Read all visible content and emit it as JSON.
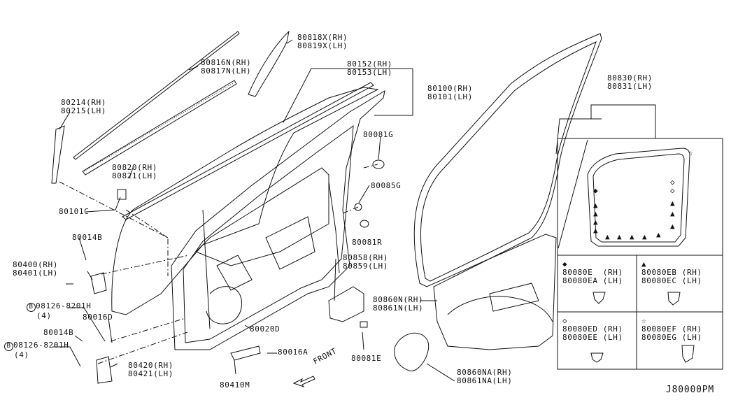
{
  "diagram_code": "J80000PM",
  "front_arrow_label": "FRONT",
  "labels": {
    "p80818": [
      "80818X(RH)",
      "80819X(LH)"
    ],
    "p80816": [
      "80816N(RH)",
      "80817N(LH)"
    ],
    "p80152": [
      "80152(RH)",
      "80153(LH)"
    ],
    "p80100": [
      "80100(RH)",
      "80101(LH)"
    ],
    "p80214": [
      "80214(RH)",
      "80215(LH)"
    ],
    "p80820": [
      "80820(RH)",
      "80821(LH)"
    ],
    "p80081g": [
      "80081G"
    ],
    "p80085g": [
      "80085G"
    ],
    "p80101c": [
      "80101C"
    ],
    "p80081r": [
      "80081R"
    ],
    "p80014b_top": [
      "80014B"
    ],
    "p80400": [
      "80400(RH)",
      "80401(LH)"
    ],
    "p08126_top": [
      "08126-8201H",
      "(4)"
    ],
    "p80016d": [
      "80016D"
    ],
    "p80014b_bot": [
      "80014B"
    ],
    "p08126_bot": [
      "08126-8201H",
      "(4)"
    ],
    "p80420": [
      "80420(RH)",
      "80421(LH)"
    ],
    "p80410m": [
      "80410M"
    ],
    "p80020d": [
      "80020D"
    ],
    "p80016a": [
      "80016A"
    ],
    "p80858": [
      "80858(RH)",
      "80859(LH)"
    ],
    "p80081e": [
      "80081E"
    ],
    "p80860n": [
      "80860N(RH)",
      "80861N(LH)"
    ],
    "p80860na": [
      "80860NA(RH)",
      "80861NA(LH)"
    ],
    "p80830": [
      "80830(RH)",
      "80831(LH)"
    ]
  },
  "bolt_mark": "B",
  "legend": [
    {
      "symbol": "◆",
      "lines": [
        "80080E  (RH)",
        "80080EA (LH)"
      ]
    },
    {
      "symbol": "▲",
      "lines": [
        "80080EB (RH)",
        "80080EC (LH)"
      ]
    },
    {
      "symbol": "◇",
      "lines": [
        "80080ED (RH)",
        "80080EE (LH)"
      ]
    },
    {
      "symbol": "☆",
      "lines": [
        "80080EF (RH)",
        "80080EG (LH)"
      ]
    }
  ],
  "inset_symbols": {
    "filled_diamond": "◆",
    "triangle": "▲",
    "open_diamond": "◇",
    "star": "☆"
  }
}
